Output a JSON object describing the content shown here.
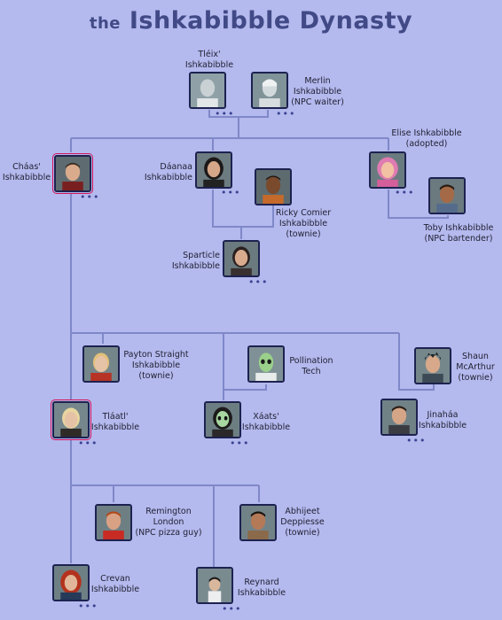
{
  "title": {
    "prefix": "the",
    "main": "Ishkabibble Dynasty"
  },
  "people": {
    "tleix": {
      "lines": [
        "Tléix'",
        "Ishkabibble"
      ]
    },
    "merlin": {
      "lines": [
        "Merlin",
        "Ishkabibble",
        "(NPC waiter)"
      ]
    },
    "elise": {
      "lines": [
        "Elise Ishkabibble",
        "(adopted)"
      ]
    },
    "chaas": {
      "lines": [
        "Cháas'",
        "Ishkabibble"
      ]
    },
    "daanaa": {
      "lines": [
        "Dáanaa",
        "Ishkabibble"
      ]
    },
    "ricky": {
      "lines": [
        "Ricky Comier",
        "Ishkabibble",
        "(townie)"
      ]
    },
    "toby": {
      "lines": [
        "Toby Ishkabibble",
        "(NPC bartender)"
      ]
    },
    "sparticle": {
      "lines": [
        "Sparticle",
        "Ishkabibble"
      ]
    },
    "payton": {
      "lines": [
        "Payton Straight",
        "Ishkabibble",
        "(townie)"
      ]
    },
    "pollination": {
      "lines": [
        "Pollination",
        "Tech"
      ]
    },
    "shaun": {
      "lines": [
        "Shaun",
        "McArthur",
        "(townie)"
      ]
    },
    "tlaatl": {
      "lines": [
        "Tláatl'",
        "Ishkabibble"
      ]
    },
    "xaats": {
      "lines": [
        "Xáats'",
        "Ishkabibble"
      ]
    },
    "jinahaa": {
      "lines": [
        "Jinaháa",
        "Ishkabibble"
      ]
    },
    "remington": {
      "lines": [
        "Remington",
        "London",
        "(NPC pizza guy)"
      ]
    },
    "abhijeet": {
      "lines": [
        "Abhijeet",
        "Deppiesse",
        "(townie)"
      ]
    },
    "crevan": {
      "lines": [
        "Crevan",
        "Ishkabibble"
      ]
    },
    "reynard": {
      "lines": [
        "Reynard",
        "Ishkabibble"
      ]
    }
  },
  "more_indicator": "•••",
  "colors": {
    "background": "#b4b9ee",
    "line": "#7f88c8",
    "frame": "#1d2250",
    "heir_frame": "#d4145a",
    "title": "#414a86"
  }
}
